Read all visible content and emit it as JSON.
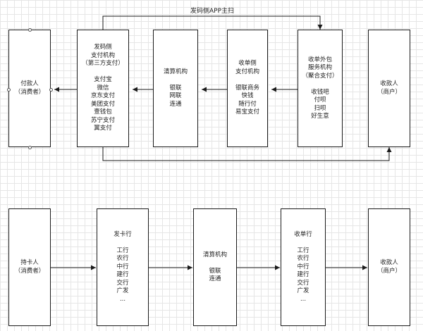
{
  "top_flow": {
    "top_edge_label": "发码侧APP主扫",
    "nodes": [
      {
        "id": "payer",
        "text": "付款人\n（消费者）"
      },
      {
        "id": "issuer_side",
        "text": "发码侧\n支付机构\n（第三方支付）\n\n支付宝\n微信\n京东支付\n美团支付\n壹钱包\n苏宁支付\n翼支付"
      },
      {
        "id": "clearing",
        "text": "清算机构\n\n银联\n网联\n连通"
      },
      {
        "id": "acquirer_side",
        "text": "收单侧\n支付机构\n\n银联商务\n快钱\n随行付\n易宝支付"
      },
      {
        "id": "outsourcing",
        "text": "收单外包\n服务机构\n（聚合支付）\n\n收钱吧\n付呗\n扫呗\n好生意"
      },
      {
        "id": "merchant",
        "text": "收款人\n（商户）"
      }
    ]
  },
  "bottom_flow": {
    "nodes": [
      {
        "id": "cardholder",
        "text": "持卡人\n（消费者）"
      },
      {
        "id": "issuing_bank",
        "text": "发卡行\n\n工行\n农行\n中行\n建行\n交行\n广发\n..."
      },
      {
        "id": "clearing",
        "text": "清算机构\n\n银联\n连通"
      },
      {
        "id": "acquiring_bank",
        "text": "收单行\n\n工行\n农行\n中行\n建行\n交行\n广发\n..."
      },
      {
        "id": "merchant",
        "text": "收款人\n（商户）"
      }
    ]
  },
  "colors": {
    "stroke": "#1a1a1a",
    "grid": "#e6e6e6",
    "text": "#222222"
  }
}
